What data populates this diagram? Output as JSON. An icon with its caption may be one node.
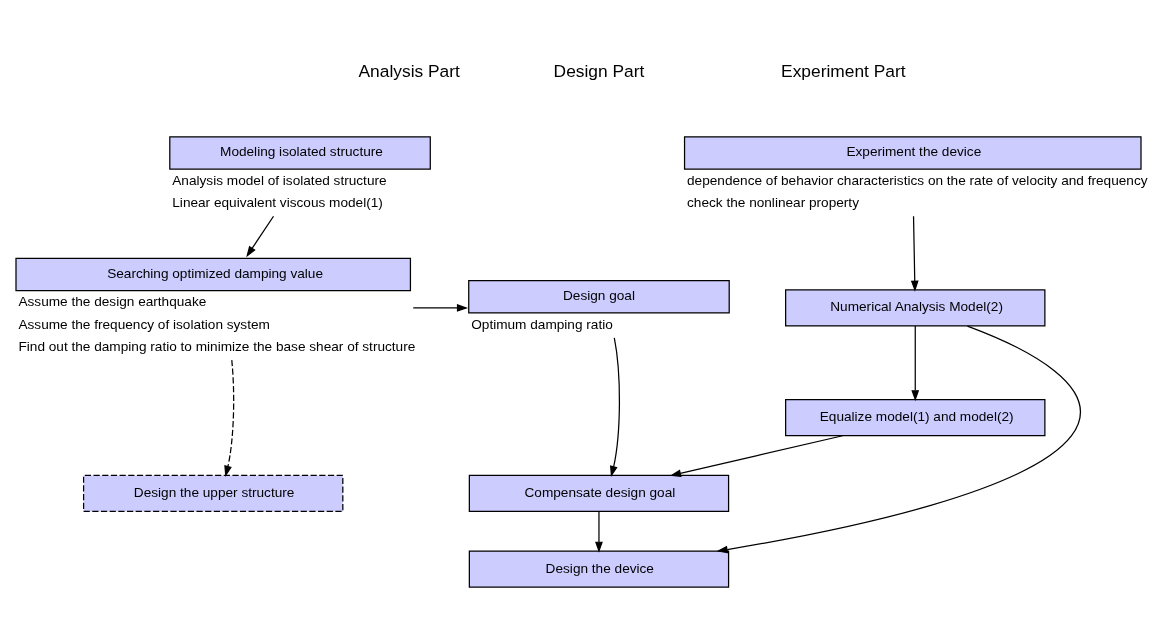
{
  "diagram": {
    "nodes": [
      {
        "text": [
          "Modeling isolated structure"
        ],
        "beside": [
          "Analysis model of isolated structure",
          "Linear equivalent viscous model(1)"
        ]
      },
      {
        "text": [
          "Searching optimized damping value"
        ],
        "beside": [
          "Assume the design earthquake",
          "Assume the frequency of isolation system",
          "Find out the damping ratio to minimize the base shear of structure"
        ]
      },
      {
        "text": [
          "Design the upper structure"
        ]
      },
      {
        "text": [
          "Design goal"
        ],
        "beside": [
          "Optimum damping ratio"
        ]
      },
      {
        "text": [
          "Compensate design goal"
        ]
      },
      {
        "text": [
          "Design the device"
        ]
      },
      {
        "text": [
          "Experiment the device"
        ],
        "beside": [
          "dependence of behavior characteristics on the rate of velocity and frequency",
          "check the nonlinear property"
        ]
      },
      {
        "text": [
          "Numerical Analysis Model(2)"
        ]
      },
      {
        "text": [
          "Equalize model(1) and model(2)"
        ]
      }
    ],
    "edges": [
      {
        "from": 0,
        "to": 1,
        "arrow": "to"
      },
      {
        "from": 1,
        "to": 3,
        "arrow": "to"
      },
      {
        "from": 1,
        "to": 2,
        "arrow": "to",
        "style": "dashed"
      },
      {
        "from": 6,
        "to": 7,
        "arrow": "to"
      },
      {
        "from": 7,
        "to": 8,
        "arrow": "to"
      },
      {
        "from": 3,
        "to": 4,
        "arrow": "to"
      },
      {
        "from": 8,
        "to": 4,
        "arrow": "to"
      },
      {
        "from": 4,
        "to": 5,
        "arrow": "to"
      },
      {
        "from": 7,
        "to": 5,
        "arrow": "to"
      }
    ],
    "labels": [
      "Analysis Part",
      "Design Part",
      "Experiment Part"
    ]
  }
}
